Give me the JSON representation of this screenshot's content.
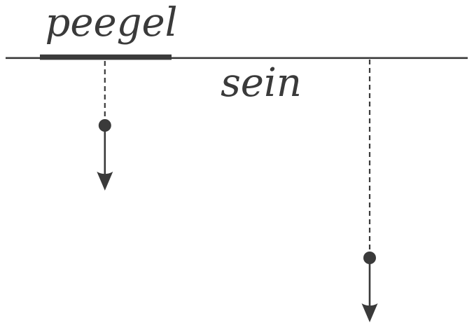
{
  "labels": {
    "mirror": "peegel",
    "wall": "sein"
  },
  "colors": {
    "ink": "#3a3a3a",
    "background": "#ffffff"
  },
  "shapes": {
    "surface_line_count": 1,
    "mirror_bar_count": 1,
    "dashed_plumb_line_count": 2,
    "dot_count": 2,
    "down_arrow_count": 2
  }
}
